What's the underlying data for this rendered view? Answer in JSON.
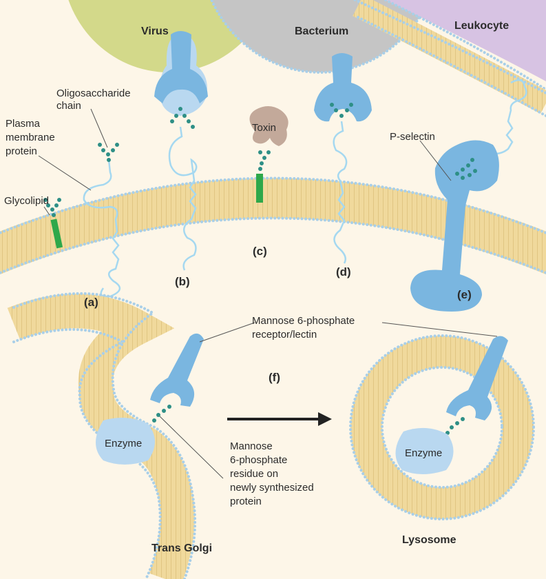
{
  "labels": {
    "virus": "Virus",
    "bacterium": "Bacterium",
    "leukocyte": "Leukocyte",
    "oligosaccharide_line1": "Oligosaccharide",
    "oligosaccharide_line2": "chain",
    "plasma_line1": "Plasma",
    "plasma_line2": "membrane",
    "plasma_line3": "protein",
    "glycolipid": "Glycolipid",
    "toxin": "Toxin",
    "p_selectin": "P-selectin",
    "m6p_receptor_line1": "Mannose 6-phosphate",
    "m6p_receptor_line2": "receptor/lectin",
    "enzyme_left": "Enzyme",
    "enzyme_right": "Enzyme",
    "m6p_residue_line1": "Mannose",
    "m6p_residue_line2": "6-phosphate",
    "m6p_residue_line3": "residue on",
    "m6p_residue_line4": "newly synthesized",
    "m6p_residue_line5": "protein",
    "trans_golgi": "Trans Golgi",
    "lysosome": "Lysosome"
  },
  "panels": {
    "a": "(a)",
    "b": "(b)",
    "c": "(c)",
    "d": "(d)",
    "e": "(e)",
    "f": "(f)"
  },
  "colors": {
    "background": "#fdf6e8",
    "membrane_core": "#f0d99c",
    "lipid_heads": "#a9cfe8",
    "virus": "#d3d98a",
    "bacterium": "#c5c5c5",
    "leukocyte": "#d7c3e3",
    "protein_blue": "#7ab6e0",
    "sugar_residue": "#2e8f86",
    "glycolipid_green": "#2fa84a",
    "toxin": "#c3a99a"
  }
}
